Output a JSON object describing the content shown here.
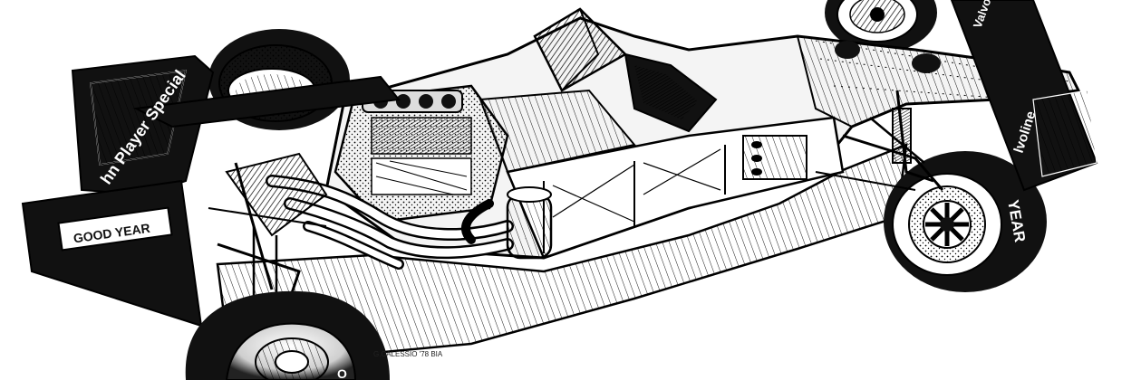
{
  "illustration": {
    "rear_wing_text": "hn Player Special",
    "tyre_brand": "GOOD YEAR",
    "front_wing_text": "lvoline",
    "nose_text": "Valvoline",
    "front_tyre_text": "YEAR",
    "artist_signature": "G.CALESSIO '78 BIA"
  }
}
